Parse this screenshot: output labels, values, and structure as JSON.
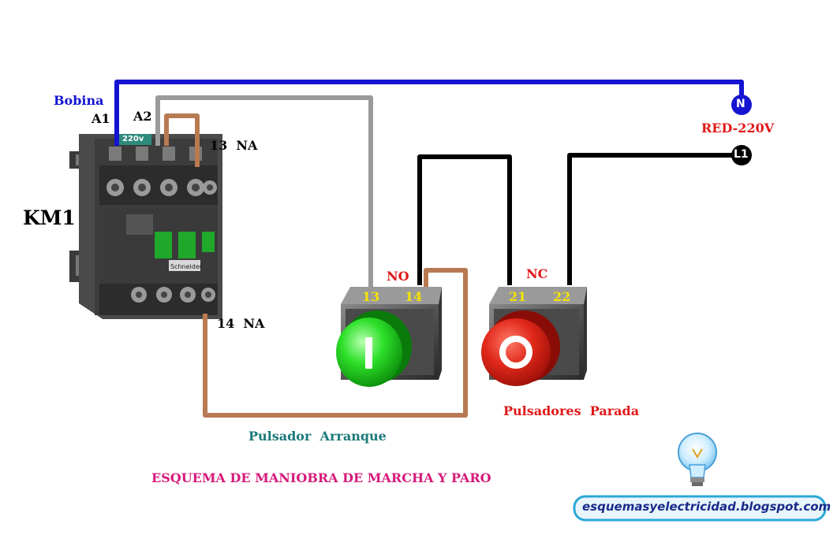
{
  "diagram": {
    "title": "ESQUEMA DE MANIOBRA DE MARCHA Y PARO",
    "contactor": {
      "name": "KM1",
      "coil_label": "Bobina",
      "a1": "A1",
      "a2": "A2",
      "voltage_badge": "220v",
      "aux_13": "13  NA",
      "aux_14": "14  NA"
    },
    "network": {
      "label": "RED-220V",
      "neutral": "N",
      "line": "L1"
    },
    "start_button": {
      "label": "Pulsador  Arranque",
      "contact_type": "NO",
      "terminal_a": "13",
      "terminal_b": "14",
      "symbol": "I"
    },
    "stop_button": {
      "label": "Pulsadores  Parada",
      "contact_type": "NC",
      "terminal_a": "21",
      "terminal_b": "22",
      "symbol": "O"
    },
    "watermark": "esquemasyelectricidad.blogspot.com",
    "colors": {
      "neutral_wire": "#1414d2",
      "line_wire": "#000000",
      "coil_return_wire": "#9a9a9a",
      "self_holding_wire": "#b87a52",
      "start_button": "#1fd21f",
      "stop_button": "#d81f12"
    }
  }
}
